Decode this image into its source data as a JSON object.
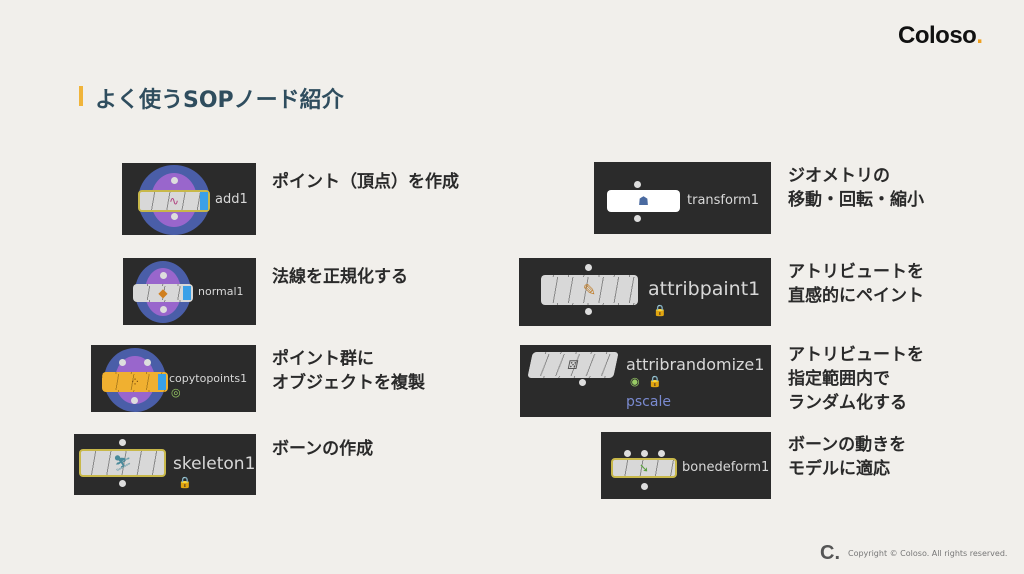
{
  "brand": {
    "logo": "Coloso",
    "logo_dot": ".",
    "footer_mark": "C.",
    "copyright": "Copyright © Coloso. All rights reserved."
  },
  "title": "よく使うSOPノード紹介",
  "nodes": [
    {
      "name": "add1",
      "desc": [
        "ポイント（頂点）を作成"
      ]
    },
    {
      "name": "normal1",
      "desc": [
        "法線を正規化する"
      ]
    },
    {
      "name": "copytopoints1",
      "desc": [
        "ポイント群に",
        "オブジェクトを複製"
      ]
    },
    {
      "name": "skeleton1",
      "desc": [
        "ボーンの作成"
      ]
    },
    {
      "name": "transform1",
      "desc": [
        "ジオメトリの",
        "移動・回転・縮小"
      ]
    },
    {
      "name": "attribpaint1",
      "desc": [
        "アトリビュートを",
        "直感的にペイント"
      ]
    },
    {
      "name": "attribrandomize1",
      "desc": [
        "アトリビュートを",
        "指定範囲内で",
        "ランダム化する"
      ],
      "sub": "pscale"
    },
    {
      "name": "bonedeform1",
      "desc": [
        "ボーンの動きを",
        "モデルに適応"
      ]
    }
  ],
  "colors": {
    "accent": "#f0b43a",
    "title": "#2f4d5e"
  }
}
